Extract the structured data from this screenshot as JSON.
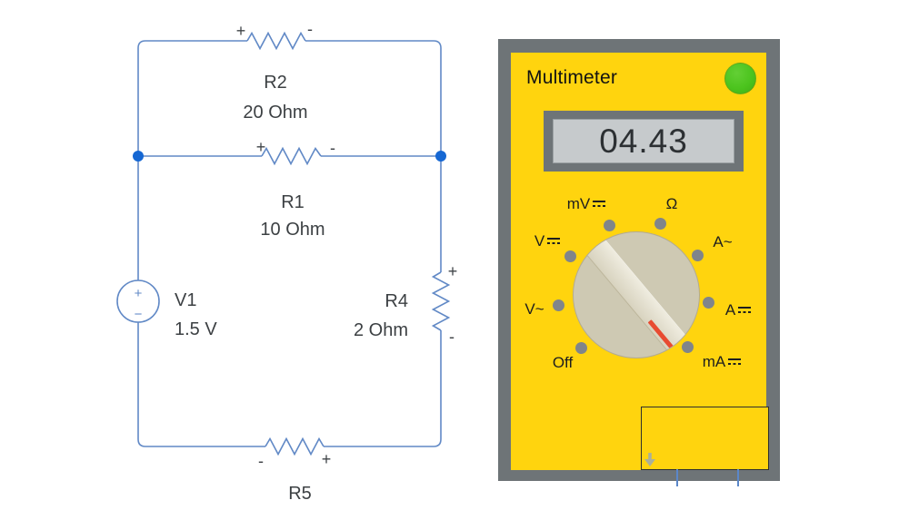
{
  "circuit": {
    "labels": {
      "r2_name": "R2",
      "r2_value": "20 Ohm",
      "r1_name": "R1",
      "r1_value": "10 Ohm",
      "v1_name": "V1",
      "v1_value": "1.5 V",
      "r4_name": "R4",
      "r4_value": "2 Ohm",
      "r5_name": "R5"
    },
    "signs": {
      "plus": "+",
      "minus": "-",
      "v1_plus": "+",
      "v1_minus": "−"
    },
    "colors": {
      "wire": "#6189c6",
      "junction_dot": "#1567d3",
      "text": "#3c4043"
    }
  },
  "multimeter": {
    "title": "Multimeter",
    "display_value": "04.43",
    "power_led_color": "#4cc41e",
    "body_color": "#ffd40e",
    "frame_color": "#6e7477",
    "pointer_color": "#e84b31",
    "dial": {
      "selected": "mA DC",
      "options": [
        {
          "label": "mV",
          "dc": true
        },
        {
          "label": "Ω",
          "dc": false
        },
        {
          "label": "V",
          "dc": true
        },
        {
          "label": "A~",
          "dc": false
        },
        {
          "label": "V~",
          "dc": false
        },
        {
          "label": "A",
          "dc": true
        },
        {
          "label": "Off",
          "dc": false
        },
        {
          "label": "mA",
          "dc": true
        }
      ]
    },
    "probes": {
      "black": "black-probe",
      "red": "red-probe"
    }
  }
}
